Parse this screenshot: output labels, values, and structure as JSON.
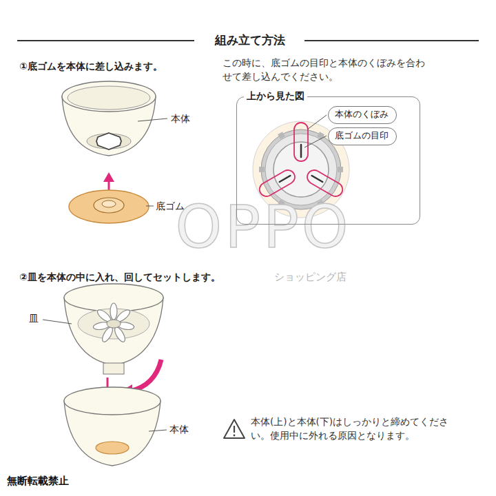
{
  "diagram": {
    "title": "組み立て方法",
    "nodes": [
      {
        "text": [
          "上から見た図"
        ]
      },
      {
        "text": [
          "本体のくぼみ"
        ],
        "in": 0
      },
      {
        "text": [
          "底ゴムの目印"
        ],
        "in": 0
      }
    ],
    "labels": [
      "①底ゴムを本体に差し込みます。",
      "この時に、底ゴムの目印と本体のくぼみを合わせて差し込んでください。",
      "本体",
      "底ゴム",
      "OPPO",
      "ショッピング店",
      "②皿を本体の中に入れ、回してセットします。",
      "皿",
      "本体",
      "本体(上)と本体(下)はしっかりと締めてください。使用中に外れる原因となります。",
      "無断転載禁止"
    ]
  }
}
